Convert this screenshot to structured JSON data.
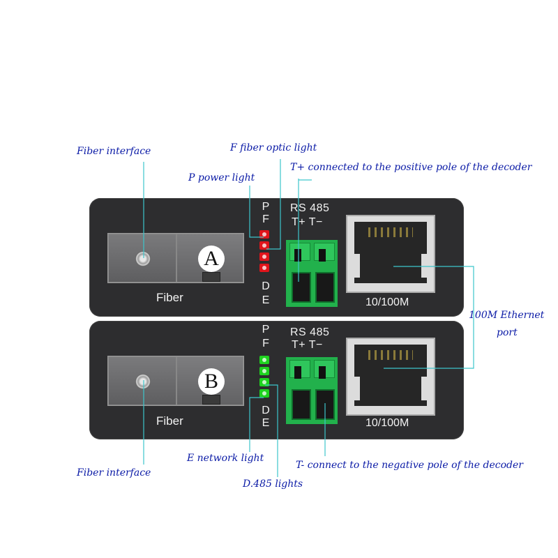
{
  "units": [
    {
      "id": "A",
      "letter": "A",
      "fiber_label": "Fiber",
      "indicator_letters": [
        "P",
        "F",
        "D",
        "E"
      ],
      "led_color": "#e0141b",
      "rs485_label": "RS  485",
      "terminal_label": "T+   T−",
      "ethernet_label": "10/100M"
    },
    {
      "id": "B",
      "letter": "B",
      "fiber_label": "Fiber",
      "indicator_letters": [
        "P",
        "F",
        "D",
        "E"
      ],
      "led_color": "#1fd21f",
      "rs485_label": "RS  485",
      "terminal_label": "T+   T−",
      "ethernet_label": "10/100M"
    }
  ],
  "annotations": {
    "fiber_interface_top": "Fiber interface",
    "f_fiber_optic_light": "F fiber optic light",
    "p_power_light": "P power light",
    "t_plus": "T+ connected to the positive pole of the decoder",
    "ethernet_port_line1": "100M Ethernet",
    "ethernet_port_line2": "port",
    "e_network_light": "E network light",
    "t_minus": "T- connect to the negative pole of the decoder",
    "fiber_interface_bottom": "Fiber interface",
    "d485_lights": "D.485 lights"
  },
  "colors": {
    "annotation_text": "#0a1aa6",
    "leader_line": "#3cc6cc",
    "device_body": "#2d2d2f",
    "terminal_green": "#22b14c"
  }
}
